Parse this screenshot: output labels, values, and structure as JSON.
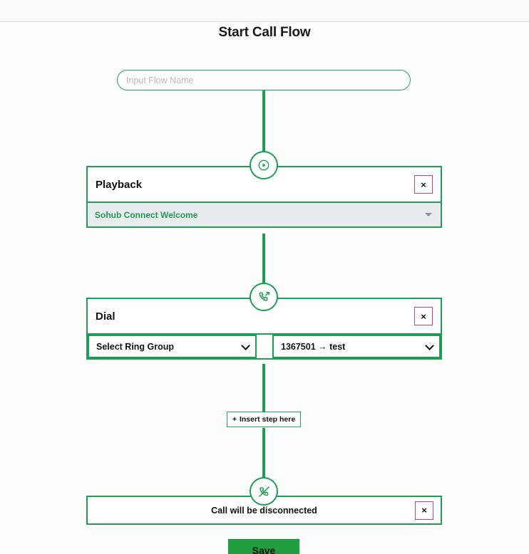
{
  "topbar": {
    "label": ""
  },
  "header": {
    "title": "Start Call Flow"
  },
  "flow_name": {
    "value": "",
    "placeholder": "Input Flow Name"
  },
  "colors": {
    "green": "#1f9d55",
    "green_button": "#1f9d3f",
    "red_border": "#d6416a",
    "gray_row": "#e9ecef"
  },
  "nodes": [
    {
      "icon": "play-circle-icon",
      "title": "Playback",
      "remove_label": "×",
      "select_value": "Sohub Connect Welcome"
    },
    {
      "icon": "phone-outgoing-icon",
      "title": "Dial",
      "remove_label": "×",
      "ring_group_value": "Select Ring Group",
      "caller_id_value": "1367501 → test"
    }
  ],
  "insert_step": {
    "plus": "+",
    "label": "Insert step here"
  },
  "end_node": {
    "icon": "call-disconnect-icon",
    "text": "Call will be disconnected",
    "remove_label": "×"
  },
  "save": {
    "label": "Save"
  }
}
